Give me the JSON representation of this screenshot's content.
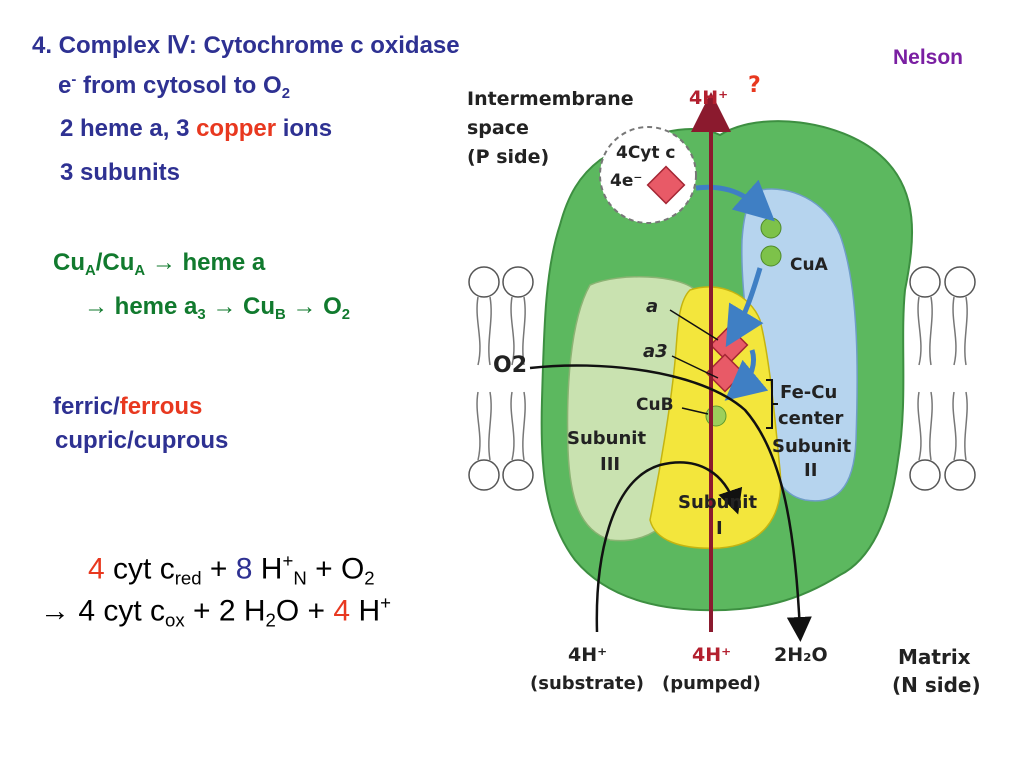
{
  "slide": {
    "title": "4. Complex Ⅳ: Cytochrome c oxidase",
    "credit": "Nelson"
  },
  "bullets": {
    "line1": {
      "prefix": "e",
      "sup": "-",
      "mid": " from cytosol to O",
      "sub": "2"
    },
    "line2": {
      "a": "2 heme a, 3 ",
      "b": "copper",
      "c": " ions"
    },
    "line3": "3 subunits"
  },
  "path": {
    "line1": {
      "cu1": "Cu",
      "s1": "A",
      "slash": "/Cu",
      "s2": "A",
      "rest": " → heme a"
    },
    "line2": {
      "a": "→ heme a",
      "s1": "3",
      "b": " → Cu",
      "s2": "B",
      "c": " → O",
      "s3": "2"
    }
  },
  "redox": {
    "ferric": "ferric",
    "slash1": "/",
    "ferrous": "ferrous",
    "cupric": "cupric",
    "slash2": "/",
    "cuprous": "cuprous"
  },
  "equation": {
    "line1": {
      "n1": "4",
      "t1": " cyt c",
      "s1": "red",
      "t2": " + ",
      "n2": "8",
      "t3": " H",
      "sup1": "+",
      "s2": "N",
      "t4": " + O",
      "s3": "2"
    },
    "line2": {
      "arrow": "→",
      "t1": " 4 cyt c",
      "s1": "ox",
      "t2": " + 2 H",
      "s2": "2",
      "t3": "O + ",
      "n1": "4",
      "t4": " H",
      "sup1": "+"
    }
  },
  "diagram": {
    "question": "?",
    "ims": [
      "Intermembrane",
      "space",
      "(P side)"
    ],
    "top_h": "4H⁺",
    "cyt": [
      "4Cyt c",
      "4e⁻"
    ],
    "cua": "CuA",
    "heme_a": "a",
    "heme_a3": "a3",
    "o2": "O2",
    "cub": "CuB",
    "fecu": [
      "Fe-Cu",
      "center"
    ],
    "sub3": [
      "Subunit",
      "III"
    ],
    "sub2": [
      "Subunit",
      "II"
    ],
    "sub1": [
      "Subunit",
      "I"
    ],
    "bottom": {
      "substrate": [
        "4H⁺",
        "(substrate)"
      ],
      "pumped": [
        "4H⁺",
        "(pumped)"
      ],
      "water": "2H₂O"
    },
    "matrix": [
      "Matrix",
      "(N side)"
    ]
  },
  "colors": {
    "navy": "#2e3192",
    "red": "#e8381f",
    "green": "#117a2e",
    "protein_green": "#5cb85f",
    "subunit_light": "#c9e2b0",
    "subunit_I": "#f3e63c",
    "subunit_II": "#b6d4ee",
    "heme": "#e85a67",
    "pump_arrow": "#8b1a2e"
  }
}
